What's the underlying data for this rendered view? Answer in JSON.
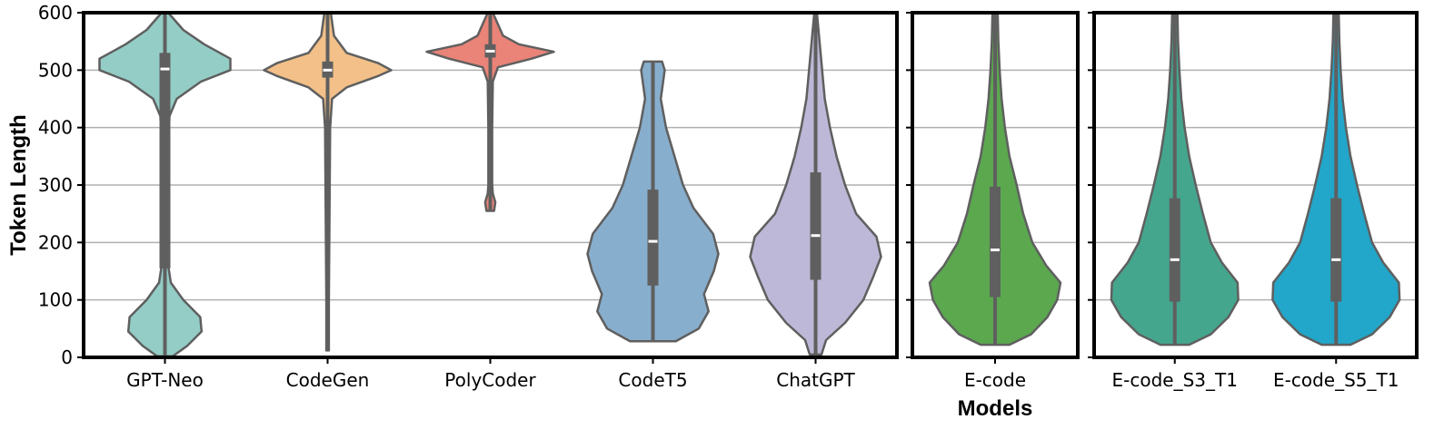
{
  "chart_data": {
    "type": "violin",
    "title": "",
    "xlabel": "Models",
    "ylabel": "Token Length",
    "ylim": [
      0,
      600
    ],
    "yticks": [
      0,
      100,
      200,
      300,
      400,
      500,
      600
    ],
    "grid": "horizontal",
    "panels": [
      {
        "series": [
          {
            "name": "GPT-Neo",
            "color": "#94cdc6",
            "min": 2,
            "max": 600,
            "q1": 155,
            "median": 502,
            "q3": 530,
            "density": [
              [
                2,
                0.12
              ],
              [
                20,
                0.34
              ],
              [
                45,
                0.56
              ],
              [
                70,
                0.54
              ],
              [
                100,
                0.28
              ],
              [
                130,
                0.09
              ],
              [
                160,
                0.05
              ],
              [
                250,
                0.04
              ],
              [
                350,
                0.04
              ],
              [
                420,
                0.07
              ],
              [
                450,
                0.18
              ],
              [
                480,
                0.55
              ],
              [
                500,
                1.0
              ],
              [
                520,
                1.0
              ],
              [
                545,
                0.6
              ],
              [
                570,
                0.28
              ],
              [
                600,
                0.05
              ]
            ]
          },
          {
            "name": "CodeGen",
            "color": "#f2c088",
            "min": 12,
            "max": 600,
            "q1": 487,
            "median": 500,
            "q3": 515,
            "density": [
              [
                12,
                0.02
              ],
              [
                100,
                0.02
              ],
              [
                250,
                0.03
              ],
              [
                400,
                0.04
              ],
              [
                450,
                0.07
              ],
              [
                470,
                0.3
              ],
              [
                490,
                0.8
              ],
              [
                500,
                1.0
              ],
              [
                512,
                0.8
              ],
              [
                530,
                0.3
              ],
              [
                560,
                0.1
              ],
              [
                600,
                0.05
              ]
            ]
          },
          {
            "name": "PolyCoder",
            "color": "#ea8378",
            "min": 255,
            "max": 600,
            "q1": 522,
            "median": 533,
            "q3": 545,
            "density": [
              [
                255,
                0.06
              ],
              [
                270,
                0.08
              ],
              [
                285,
                0.04
              ],
              [
                300,
                0.03
              ],
              [
                400,
                0.03
              ],
              [
                480,
                0.04
              ],
              [
                505,
                0.12
              ],
              [
                520,
                0.65
              ],
              [
                532,
                1.0
              ],
              [
                545,
                0.45
              ],
              [
                560,
                0.2
              ],
              [
                580,
                0.12
              ],
              [
                600,
                0.04
              ]
            ]
          },
          {
            "name": "CodeT5",
            "color": "#88aecd",
            "min": 28,
            "max": 515,
            "q1": 125,
            "median": 202,
            "q3": 292,
            "density": [
              [
                28,
                0.35
              ],
              [
                50,
                0.7
              ],
              [
                80,
                0.85
              ],
              [
                110,
                0.78
              ],
              [
                150,
                0.93
              ],
              [
                180,
                1.0
              ],
              [
                215,
                0.92
              ],
              [
                260,
                0.62
              ],
              [
                300,
                0.46
              ],
              [
                350,
                0.33
              ],
              [
                400,
                0.2
              ],
              [
                450,
                0.12
              ],
              [
                500,
                0.18
              ],
              [
                515,
                0.14
              ]
            ]
          },
          {
            "name": "ChatGPT",
            "color": "#bdb8d7",
            "min": 5,
            "max": 600,
            "q1": 135,
            "median": 212,
            "q3": 322,
            "density": [
              [
                5,
                0.09
              ],
              [
                30,
                0.16
              ],
              [
                60,
                0.45
              ],
              [
                100,
                0.73
              ],
              [
                140,
                0.88
              ],
              [
                175,
                1.0
              ],
              [
                210,
                0.93
              ],
              [
                250,
                0.62
              ],
              [
                300,
                0.45
              ],
              [
                350,
                0.32
              ],
              [
                400,
                0.22
              ],
              [
                450,
                0.14
              ],
              [
                500,
                0.1
              ],
              [
                550,
                0.06
              ],
              [
                600,
                0.02
              ]
            ]
          }
        ]
      },
      {
        "series": [
          {
            "name": "E-code",
            "color": "#5ba84f",
            "min": 22,
            "max": 600,
            "q1": 105,
            "median": 187,
            "q3": 297,
            "density": [
              [
                22,
                0.22
              ],
              [
                40,
                0.55
              ],
              [
                70,
                0.8
              ],
              [
                100,
                0.95
              ],
              [
                130,
                1.0
              ],
              [
                160,
                0.78
              ],
              [
                200,
                0.57
              ],
              [
                250,
                0.43
              ],
              [
                300,
                0.33
              ],
              [
                350,
                0.22
              ],
              [
                400,
                0.15
              ],
              [
                450,
                0.1
              ],
              [
                500,
                0.07
              ],
              [
                550,
                0.05
              ],
              [
                600,
                0.04
              ]
            ]
          }
        ]
      },
      {
        "series": [
          {
            "name": "E-code_S3_T1",
            "color": "#45a68e",
            "min": 22,
            "max": 600,
            "q1": 97,
            "median": 170,
            "q3": 277,
            "density": [
              [
                22,
                0.22
              ],
              [
                40,
                0.55
              ],
              [
                70,
                0.82
              ],
              [
                100,
                0.97
              ],
              [
                130,
                0.96
              ],
              [
                165,
                0.72
              ],
              [
                200,
                0.55
              ],
              [
                250,
                0.43
              ],
              [
                300,
                0.32
              ],
              [
                350,
                0.22
              ],
              [
                400,
                0.15
              ],
              [
                450,
                0.1
              ],
              [
                500,
                0.07
              ],
              [
                550,
                0.05
              ],
              [
                600,
                0.04
              ]
            ]
          },
          {
            "name": "E-code_S5_T1",
            "color": "#22a6c9",
            "min": 22,
            "max": 600,
            "q1": 97,
            "median": 170,
            "q3": 277,
            "density": [
              [
                22,
                0.22
              ],
              [
                40,
                0.55
              ],
              [
                70,
                0.82
              ],
              [
                100,
                0.97
              ],
              [
                130,
                0.96
              ],
              [
                165,
                0.72
              ],
              [
                200,
                0.55
              ],
              [
                250,
                0.43
              ],
              [
                300,
                0.32
              ],
              [
                350,
                0.22
              ],
              [
                400,
                0.15
              ],
              [
                450,
                0.1
              ],
              [
                500,
                0.07
              ],
              [
                550,
                0.05
              ],
              [
                600,
                0.04
              ]
            ]
          }
        ]
      }
    ]
  }
}
